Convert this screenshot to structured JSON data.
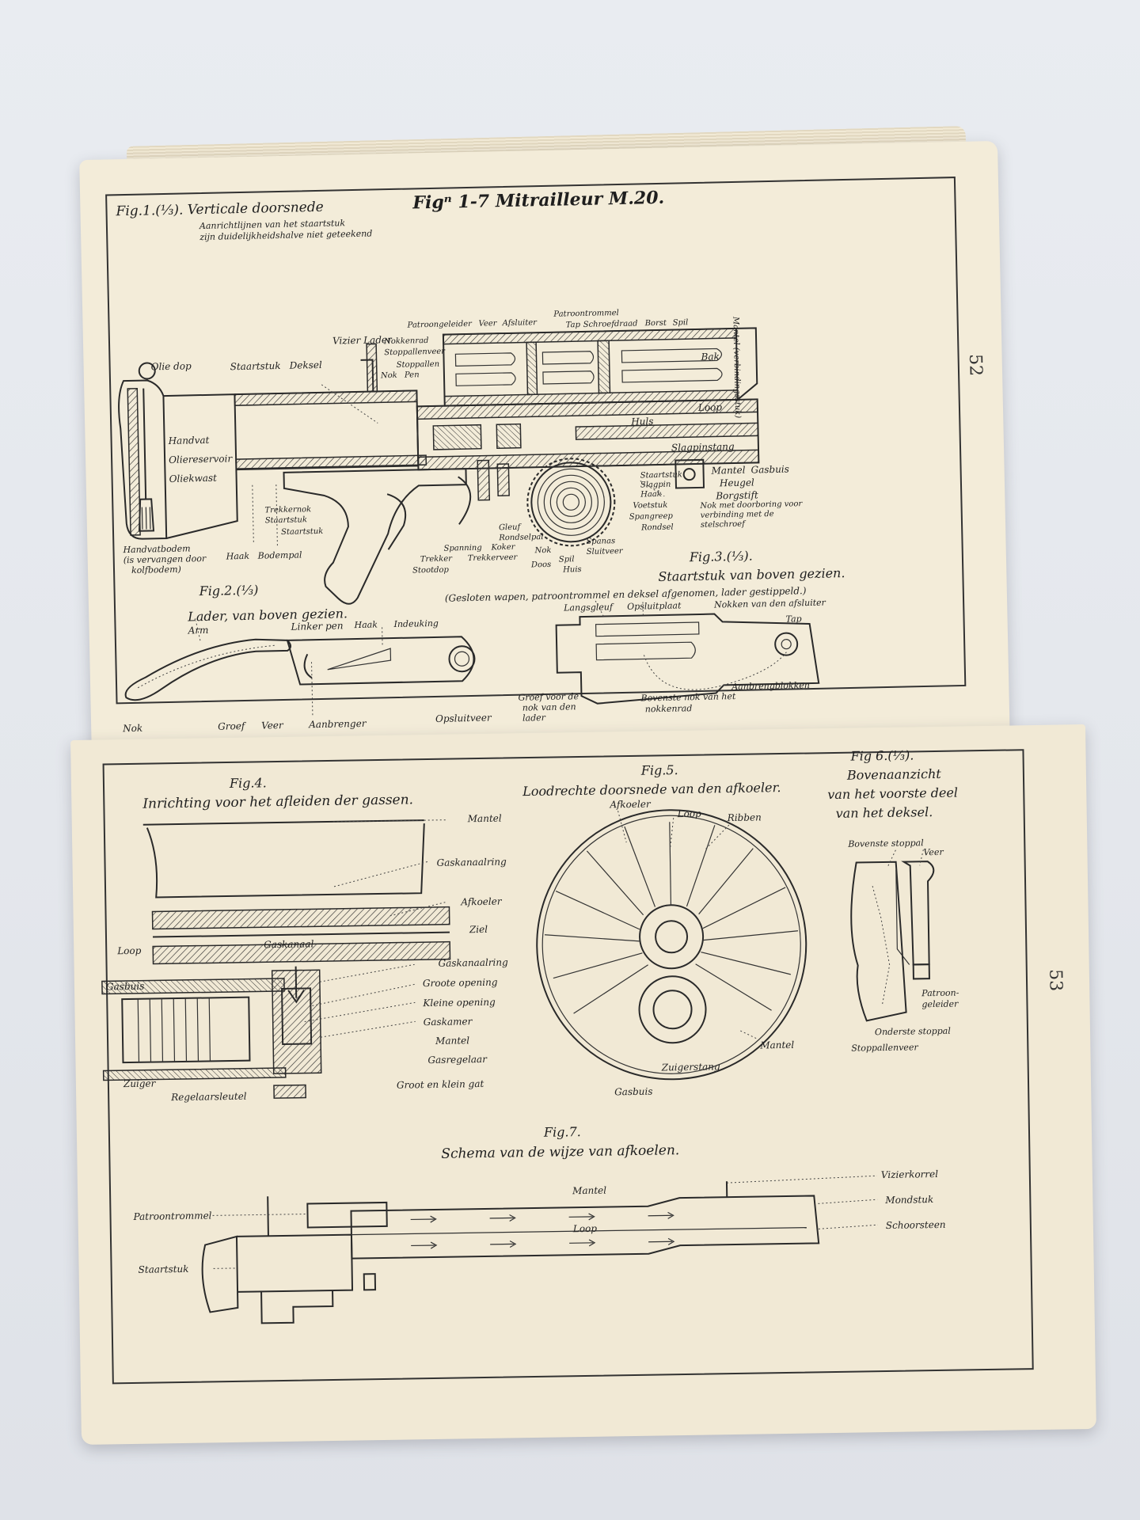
{
  "top_page": {
    "page_number": "52",
    "title": "Figⁿ 1-7 Mitrailleur M.20.",
    "fig1": {
      "caption": "Fig.1.(⅓). Verticale doorsnede",
      "note_line1": "Aanrichtlijnen van het staartstuk",
      "note_line2": "zijn duidelijkheidshalve niet geteekend",
      "labels": [
        "Olie dop",
        "Staartstuk",
        "Deksel",
        "Vizier Lader",
        "Nokkenrad",
        "Stoppallenveer",
        "Stoppallen",
        "Nok",
        "Pen",
        "Patroongeleider",
        "Veer",
        "Afsluiter",
        "Patroontrommel",
        "Tap",
        "Schroefdraad",
        "Borst",
        "Spil",
        "Bak",
        "Mantel (verbindingsstuk)",
        "Loop",
        "Huls",
        "Slagpinstang",
        "Handvat",
        "Oliereservoir",
        "Oliekwast",
        "Mantel",
        "Gasbuis",
        "Heugel",
        "Staartstuk",
        "Slagpin",
        "Haak",
        "Borgstift",
        "Voetstuk",
        "Nok met doorboring voor verbinding met de stelschroef",
        "Spangreep",
        "Rondsel",
        "Trekkernok",
        "Staartstuk",
        "Staartstuk",
        "Gleuf",
        "Rondselpal",
        "Spanas",
        "Sluitveer",
        "Spanning",
        "Koker",
        "Trekker",
        "Trekkerveer",
        "Nok",
        "Stootdop",
        "Doos",
        "Spil",
        "Huis",
        "Handvatbodem",
        "(is vervangen door",
        "kolfbodem)",
        "Haak",
        "Bodempal"
      ]
    },
    "fig2": {
      "caption": "Fig.2.(⅓)",
      "subtitle": "Lader, van boven gezien.",
      "labels": [
        "Arm",
        "Linker pen",
        "Haak",
        "Indeuking",
        "Nok",
        "Groef",
        "Veer",
        "Aanbrenger",
        "Opsluitveer"
      ]
    },
    "fig3": {
      "caption": "Fig.3.(⅓).",
      "subtitle": "Staartstuk van boven gezien.",
      "note": "(Gesloten wapen, patroontrommel en deksel afgenomen, lader gestippeld.)",
      "labels": [
        "Langsgleuf",
        "Opsluitplaat",
        "Nokken van den afsluiter",
        "Tap",
        "Groef voor de",
        "nok van den",
        "lader",
        "Bovenste nok van het",
        "nokkenrad",
        "Aanbrengblokken"
      ]
    }
  },
  "bottom_page": {
    "page_number": "53",
    "fig4": {
      "caption": "Fig.4.",
      "subtitle": "Inrichting voor het afleiden der gassen.",
      "labels": [
        "Mantel",
        "Gaskanaalring",
        "Afkoeler",
        "Ziel",
        "Loop",
        "Gaskanaal",
        "Gaskanaalring",
        "Gasbuis",
        "Groote opening",
        "Kleine opening",
        "Gaskamer",
        "Mantel",
        "Gasregelaar",
        "Zuiger",
        "Groot en klein gat",
        "Regelaarsleutel"
      ]
    },
    "fig5": {
      "caption": "Fig.5.",
      "subtitle": "Loodrechte doorsnede van den afkoeler.",
      "labels": [
        "Afkoeler",
        "Loop",
        "Ribben",
        "Mantel",
        "Zuigerstang",
        "Gasbuis"
      ]
    },
    "fig6": {
      "caption": "Fig 6.(⅓).",
      "subtitle_line1": "Bovenaanzicht",
      "subtitle_line2": "van het voorste deel",
      "subtitle_line3": "van het deksel.",
      "labels": [
        "Bovenste stoppal",
        "Veer",
        "Patroon-",
        "geleider",
        "Onderste stoppal",
        "Stoppallenveer"
      ]
    },
    "fig7": {
      "caption": "Fig.7.",
      "subtitle": "Schema van de wijze van afkoelen.",
      "labels": [
        "Mantel",
        "Vizierkorrel",
        "Patroontrommel",
        "Mondstuk",
        "Loop",
        "Schoorsteen",
        "Staartstuk"
      ]
    }
  }
}
